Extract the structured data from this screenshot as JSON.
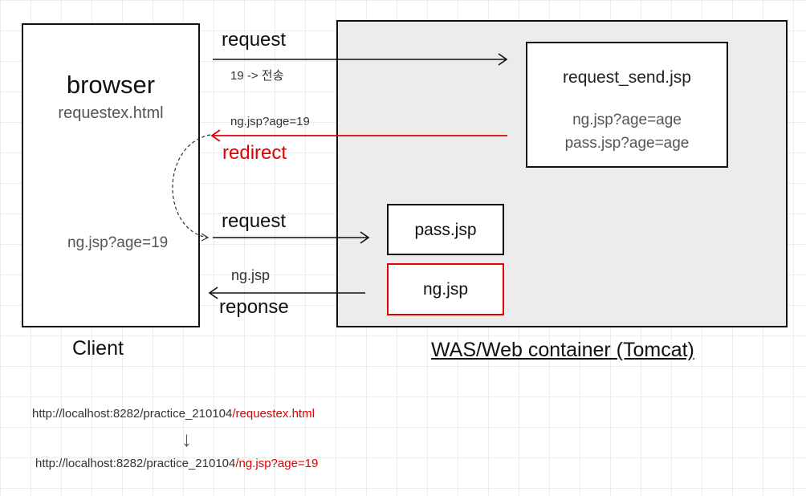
{
  "client": {
    "title": "browser",
    "file": "requestex.html",
    "url_text": "ng.jsp?age=19",
    "caption": "Client"
  },
  "server": {
    "caption": "WAS/Web container (Tomcat)",
    "request_send": {
      "title": "request_send.jsp",
      "line1": "ng.jsp?age=age",
      "line2": "pass.jsp?age=age"
    },
    "pass": {
      "title": "pass.jsp"
    },
    "ng": {
      "title": "ng.jsp"
    }
  },
  "arrows": {
    "request1": {
      "label": "request",
      "sub": "19 -> 전송"
    },
    "redirect": {
      "label": "redirect",
      "sub": "ng.jsp?age=19"
    },
    "request2": {
      "label": "request"
    },
    "response": {
      "label": "reponse",
      "sub": "ng.jsp"
    }
  },
  "urls": {
    "before_prefix": "http://localhost:8282/practice_210104",
    "before_path": "/requestex.html",
    "arrow": "↓",
    "after_prefix": "http://localhost:8282/practice_210104",
    "after_path": "/ng.jsp?age=19"
  },
  "colors": {
    "highlight": "#e00000",
    "container_fill": "#ececec",
    "line": "#111111",
    "muted_text": "#555555"
  }
}
